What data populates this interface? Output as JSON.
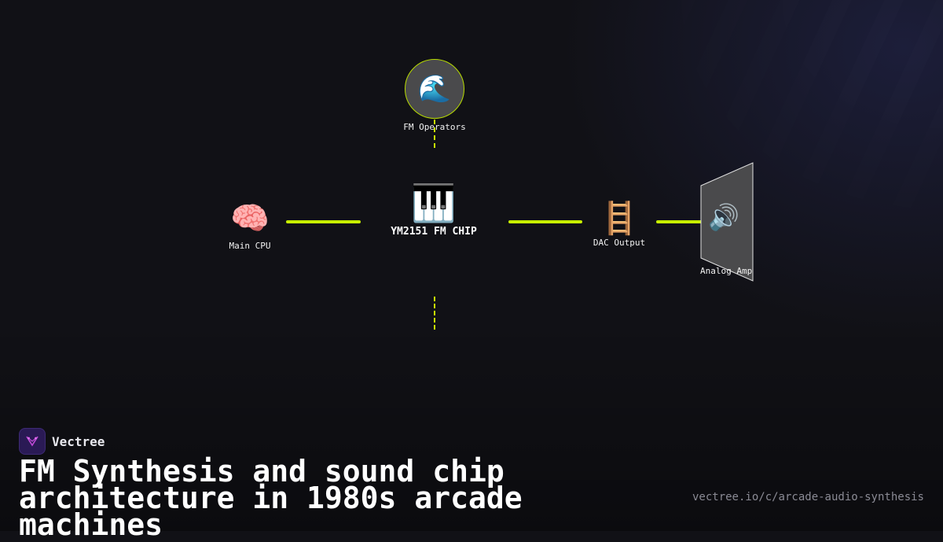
{
  "diagram": {
    "nodes": {
      "cpu": {
        "icon": "🧠",
        "icon_name": "brain-icon",
        "label": "Main CPU"
      },
      "chip": {
        "icon": "🎹",
        "icon_name": "piano-keyboard-icon",
        "label": "YM2151 FM CHIP"
      },
      "operators": {
        "icon": "🌊",
        "icon_name": "wave-icon",
        "label": "FM Operators"
      },
      "dac": {
        "icon": "🪜",
        "icon_name": "ladder-icon",
        "label": "DAC Output"
      },
      "amp": {
        "icon": "🔊",
        "icon_name": "speaker-icon",
        "label": "Analog Amp"
      }
    },
    "edges": [
      {
        "from": "cpu",
        "to": "chip",
        "style": "solid"
      },
      {
        "from": "chip",
        "to": "dac",
        "style": "solid"
      },
      {
        "from": "dac",
        "to": "amp",
        "style": "solid"
      },
      {
        "from": "operators",
        "to": "chip",
        "style": "dashed"
      },
      {
        "from": "chip",
        "to": "",
        "style": "dashed"
      }
    ],
    "colors": {
      "link": "#c8f000",
      "background": "#111116",
      "node_fill": "#4a4a4c"
    }
  },
  "brand": {
    "name": "Vectree",
    "logo_icon": "vectree-logo-icon"
  },
  "title": "FM Synthesis and sound chip architecture in 1980s arcade machines",
  "url": "vectree.io/c/arcade-audio-synthesis"
}
